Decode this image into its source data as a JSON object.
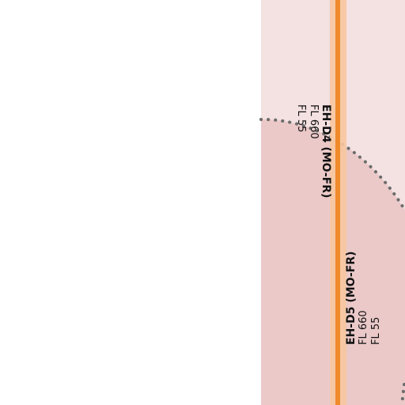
{
  "map": {
    "colors": {
      "background": "#ffffff",
      "zone_d4_fill": "#f4e1e1",
      "zone_d5_fill": "#ebc9c9",
      "boundary_dots": "#6b6b6b",
      "route_core": "#f08a2a",
      "route_halo": "#f7c7a0"
    },
    "zones": [
      {
        "name": "EH-D4 (MO-FR)",
        "upper": "FL 660",
        "lower": "FL 55"
      },
      {
        "name": "EH-D5 (MO-FR)",
        "upper": "FL 660",
        "lower": "FL 55"
      }
    ]
  }
}
